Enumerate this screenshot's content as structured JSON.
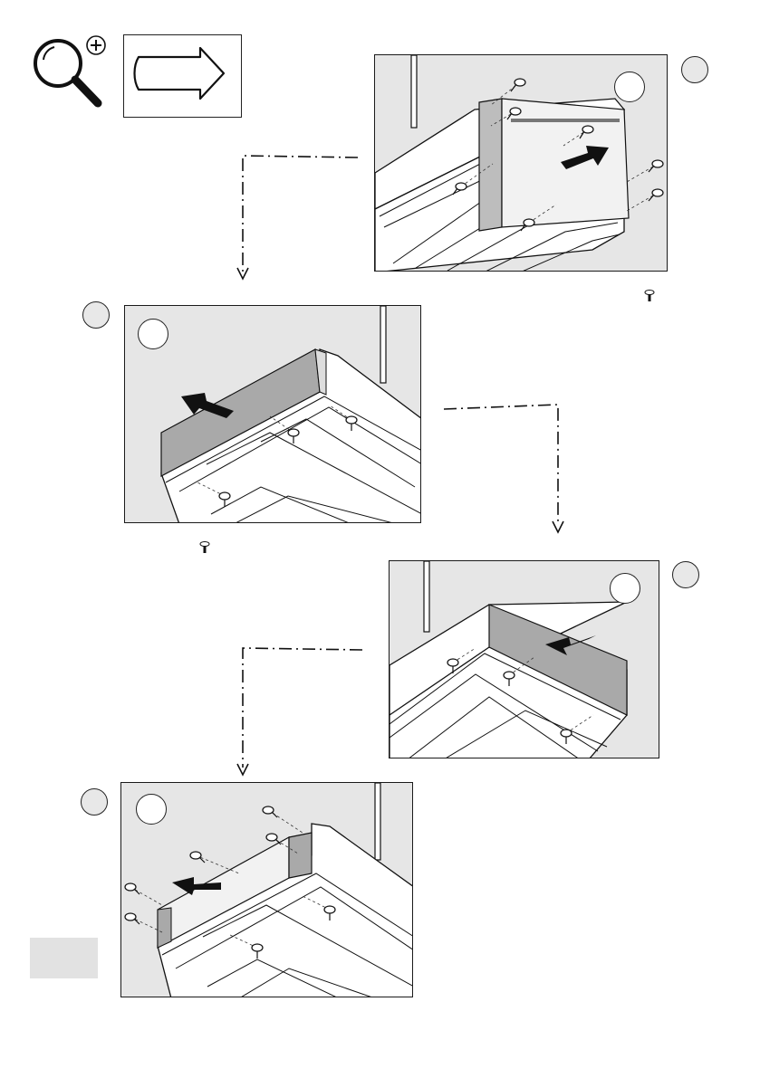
{
  "header": {
    "zoom_icon": "magnifier-plus-icon",
    "arrow_icon": "outline-right-arrow-icon"
  },
  "steps": [
    {
      "id": "step-1",
      "label": "",
      "inner_label": ""
    },
    {
      "id": "step-2",
      "label": "",
      "inner_label": ""
    },
    {
      "id": "step-3",
      "label": "",
      "inner_label": ""
    },
    {
      "id": "step-4",
      "label": "",
      "inner_label": ""
    }
  ],
  "icons": {
    "screw": "screw-icon",
    "push_arrow": "push-arrow-icon"
  },
  "colors": {
    "panel_bg": "#e6e6e6",
    "line": "#1a1a1a",
    "cover_plate": "#a9a9a9"
  }
}
